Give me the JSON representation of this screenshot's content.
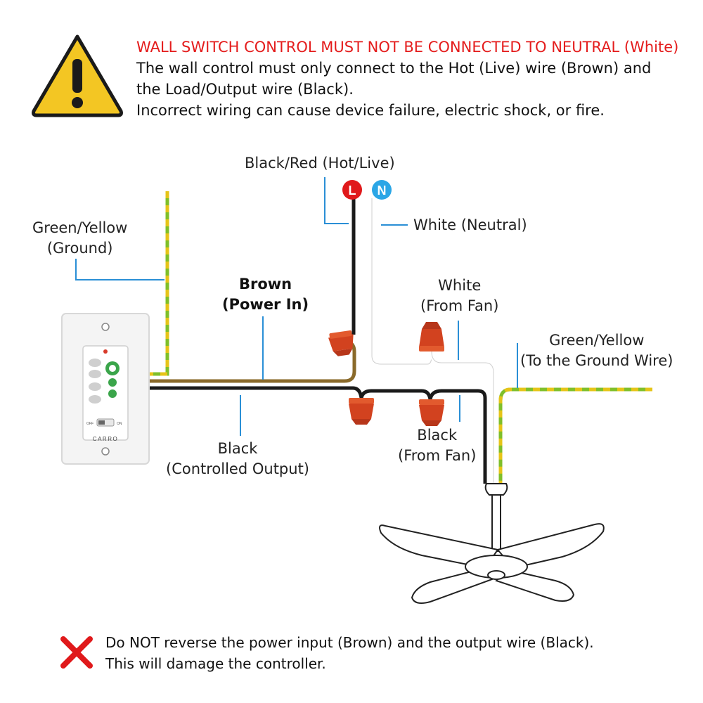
{
  "warning": {
    "icon": "warning-triangle-icon",
    "title": "WALL SWITCH CONTROL MUST NOT BE CONNECTED TO NEUTRAL (White)",
    "lines": [
      "The wall control must only connect to the Hot (Live) wire (Brown) and",
      "the Load/Output wire (Black).",
      "Incorrect wiring can cause device failure, electric shock, or fire."
    ],
    "title_color": "#e41c1c"
  },
  "terminals": {
    "live": {
      "letter": "L",
      "color": "#e0191b"
    },
    "neutral": {
      "letter": "N",
      "color": "#2ba6e6"
    }
  },
  "labels": {
    "hot_live": "Black/Red (Hot/Live)",
    "neutral": "White (Neutral)",
    "ground_left": [
      "Green/Yellow",
      "(Ground)"
    ],
    "brown_power": [
      "Brown",
      "(Power In)"
    ],
    "white_fan": [
      "White",
      "(From Fan)"
    ],
    "ground_right": [
      "Green/Yellow",
      "(To the Ground Wire)"
    ],
    "black_output": [
      "Black",
      "(Controlled Output)"
    ],
    "black_fan": [
      "Black",
      "(From Fan)"
    ]
  },
  "controller": {
    "brand": "CARRO",
    "switch_off": "OFF",
    "switch_on": "ON"
  },
  "note": {
    "icon": "red-x-icon",
    "lines": [
      "Do NOT reverse the power input (Brown) and the output wire (Black).",
      "This will damage the controller."
    ]
  },
  "colors": {
    "label_leader": "#2a8fd6",
    "wire_connector": "#d2421f",
    "brown_wire": "#8a6a2a",
    "black_wire": "#1a1a1a",
    "ground_green": "#7fbf2a",
    "ground_yellow": "#e6c418"
  }
}
